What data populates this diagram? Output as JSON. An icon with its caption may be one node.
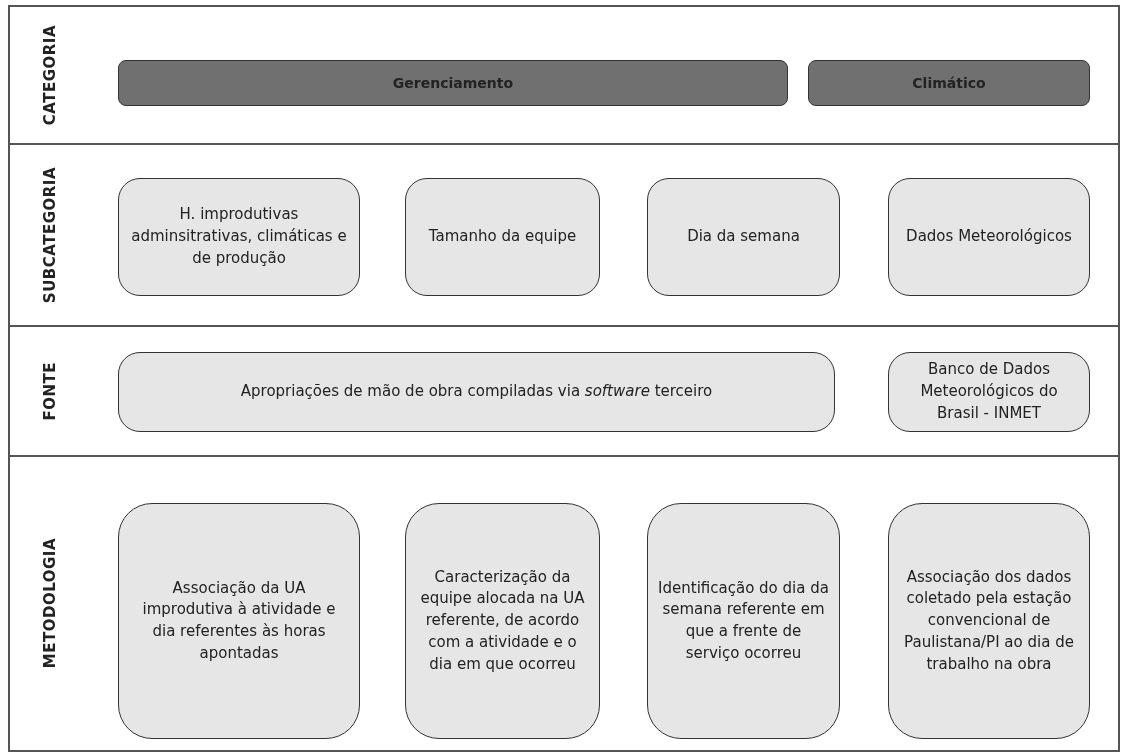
{
  "diagram": {
    "nodes": [
      {
        "text": [
          "CATEGORIA"
        ]
      },
      {
        "text": [
          "Gerenciamento"
        ],
        "in": 0
      },
      {
        "text": [
          "Climático"
        ],
        "in": 0
      },
      {
        "text": [
          "SUBCATEGORIA"
        ]
      },
      {
        "text": [
          "H. improdutivas adminsitrativas, climáticas e de produção"
        ],
        "in": 3
      },
      {
        "text": [
          "Tamanho da equipe"
        ],
        "in": 3
      },
      {
        "text": [
          "Dia da semana"
        ],
        "in": 3
      },
      {
        "text": [
          "Dados Meteorológicos"
        ],
        "in": 3
      },
      {
        "text": [
          "FONTE"
        ]
      },
      {
        "text": [
          "Apropriações de mão de obra compiladas via *software* terceiro"
        ],
        "in": 8
      },
      {
        "text": [
          "Banco de Dados Meteorológicos do Brasil - INMET"
        ],
        "in": 8
      },
      {
        "text": [
          "METODOLOGIA"
        ]
      },
      {
        "text": [
          "Associação da UA improdutiva à atividade e dia referentes às horas apontadas"
        ],
        "in": 11
      },
      {
        "text": [
          "Caracterização da equipe alocada na UA referente, de acordo com a atividade e o dia em que ocorreu"
        ],
        "in": 11
      },
      {
        "text": [
          "Identificação do dia da semana referente em que a frente de serviço ocorreu"
        ],
        "in": 11
      },
      {
        "text": [
          "Associação dos dados coletado pela estação convencional de Paulistana/PI ao dia de trabalho na obra"
        ],
        "in": 11
      }
    ]
  }
}
